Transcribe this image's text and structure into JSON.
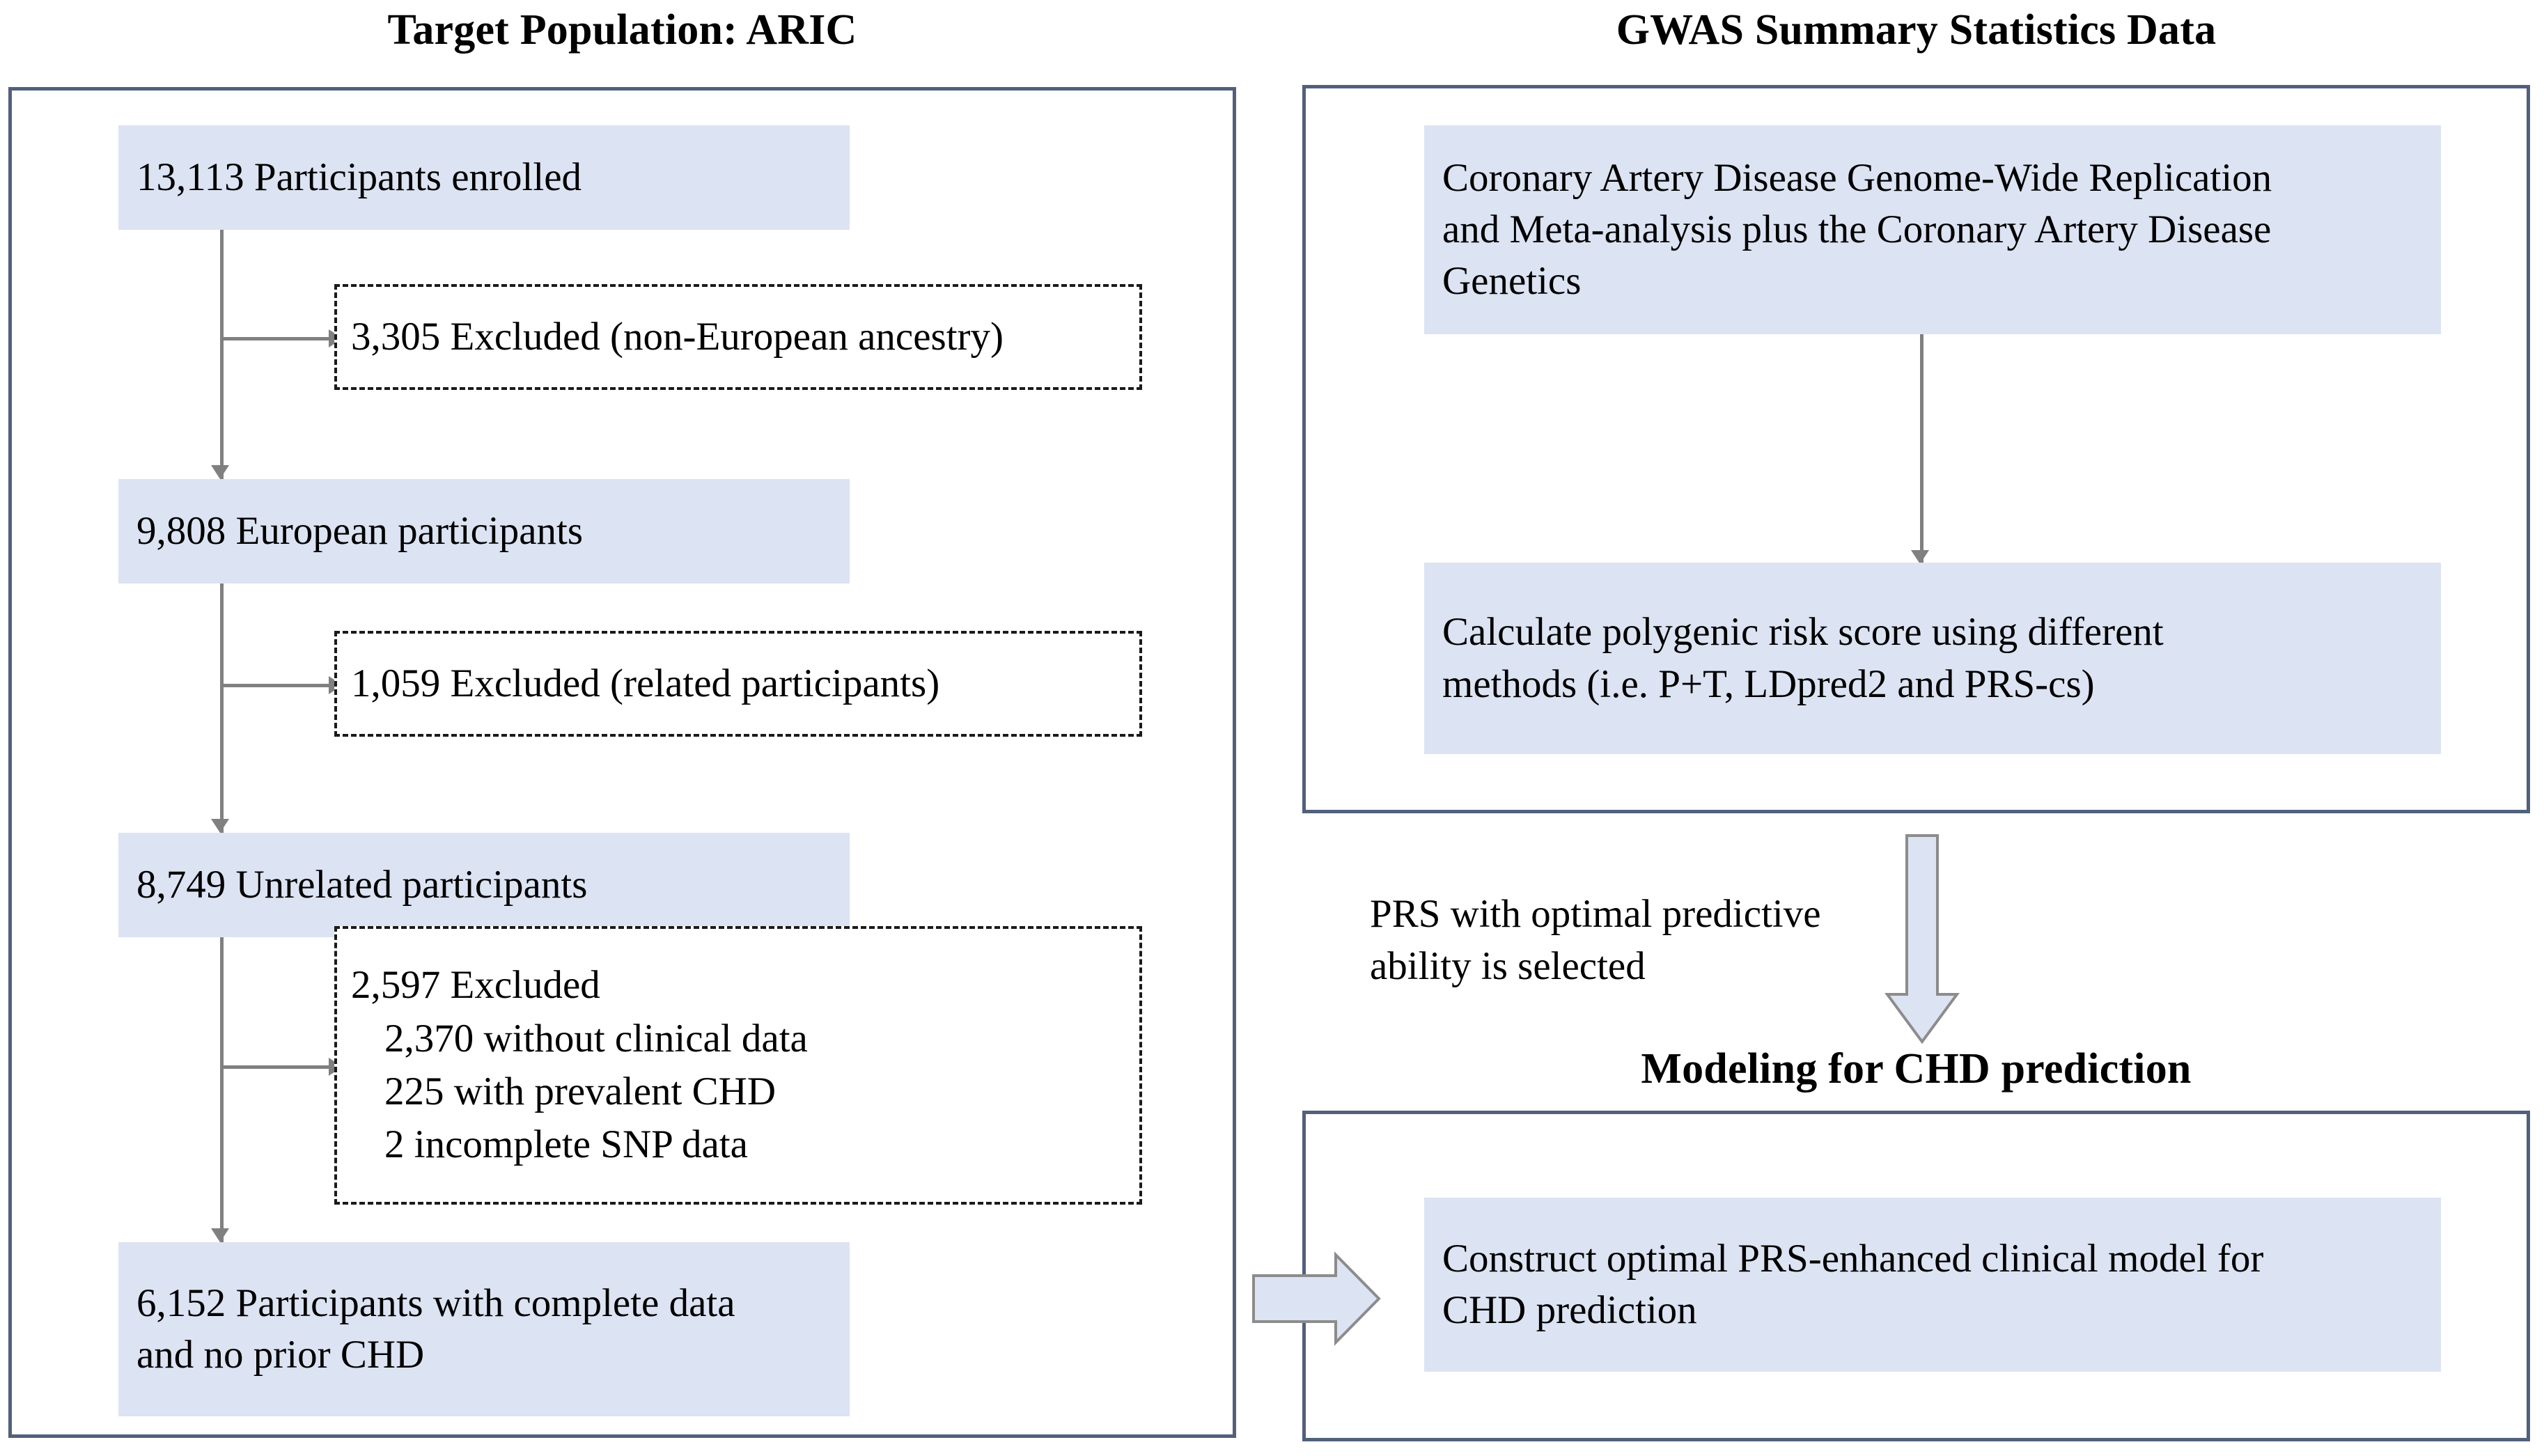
{
  "figure": {
    "type": "flowchart",
    "panels": [
      {
        "id": "target-population",
        "title": "Target Population: ARIC"
      },
      {
        "id": "gwas-summary",
        "title": "GWAS Summary Statistics Data"
      },
      {
        "id": "modeling",
        "title": "Modeling for CHD prediction"
      }
    ]
  },
  "aric": {
    "title": "Target Population: ARIC",
    "nodes": [
      {
        "id": "enrolled",
        "text": "13,113 Participants enrolled"
      },
      {
        "id": "european",
        "text": "9,808 European participants"
      },
      {
        "id": "unrelated",
        "text": "8,749 Unrelated participants"
      },
      {
        "id": "final",
        "line1": "6,152 Participants with complete data",
        "line2": "and no prior CHD"
      }
    ],
    "exclusions": [
      {
        "id": "excl-ancestry",
        "text": "3,305 Excluded (non-European ancestry)"
      },
      {
        "id": "excl-related",
        "text": "1,059 Excluded (related participants)"
      },
      {
        "id": "excl-data",
        "header": "2,597 Excluded",
        "items": [
          "2,370 without clinical data",
          "225 with prevalent CHD",
          "2 incomplete SNP data"
        ]
      }
    ]
  },
  "gwas": {
    "title": "GWAS Summary Statistics Data",
    "source_box": {
      "line1": "Coronary Artery Disease Genome-Wide Replication",
      "line2": "and Meta-analysis plus the Coronary Artery Disease",
      "line3": "Genetics"
    },
    "prs_box": {
      "line1": "Calculate polygenic risk score using different",
      "line2": "methods (i.e. P+T, LDpred2 and PRS-cs)"
    }
  },
  "transition": {
    "line1": "PRS with optimal predictive",
    "line2": "ability is selected"
  },
  "modeling": {
    "title": "Modeling for CHD prediction",
    "box": {
      "line1": "Construct optimal PRS-enhanced clinical model for",
      "line2": "CHD prediction"
    }
  },
  "colors": {
    "box_fill": "#dce3f2",
    "panel_border": "#51607c",
    "connector": "#808080",
    "block_arrow_fill": "#dce3f2",
    "block_arrow_stroke": "#8c8c8c",
    "text": "#000000"
  }
}
